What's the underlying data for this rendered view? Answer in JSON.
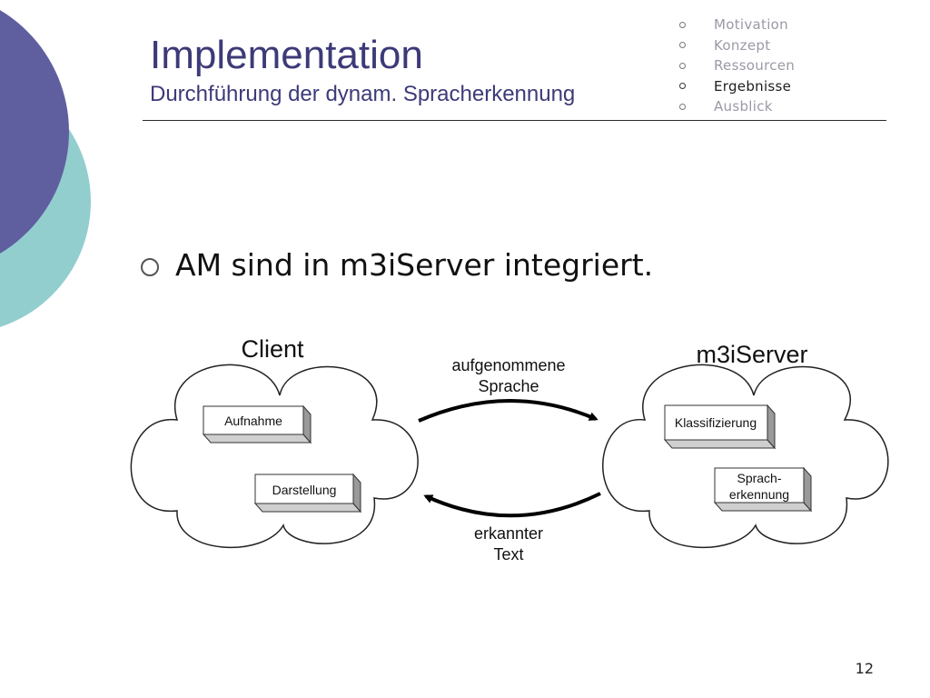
{
  "slide": {
    "title": "Implementation",
    "subtitle": "Durchführung der dynam. Spracherkennung",
    "page_number": "12"
  },
  "nav": {
    "items": [
      {
        "label": "Motivation",
        "active": false
      },
      {
        "label": "Konzept",
        "active": false
      },
      {
        "label": "Ressourcen",
        "active": false
      },
      {
        "label": "Ergebnisse",
        "active": true
      },
      {
        "label": "Ausblick",
        "active": false
      }
    ]
  },
  "content": {
    "bullet": "AM sind in m3iServer integriert."
  },
  "diagram": {
    "client": {
      "title": "Client",
      "boxes": [
        "Aufnahme",
        "Darstellung"
      ]
    },
    "server": {
      "title": "m3iServer",
      "boxes": [
        "Klassifizierung",
        "Sprach-",
        "erkennung"
      ]
    },
    "arrow_top": {
      "line1": "aufgenommene",
      "line2": "Sprache"
    },
    "arrow_bottom": {
      "line1": "erkannter",
      "line2": "Text"
    }
  },
  "colors": {
    "title": "#3d3a78",
    "deco_purple": "#5f5f9f",
    "deco_teal": "#93cecf",
    "nav_inactive": "#9a9aa6",
    "nav_active": "#1e1e1e"
  }
}
